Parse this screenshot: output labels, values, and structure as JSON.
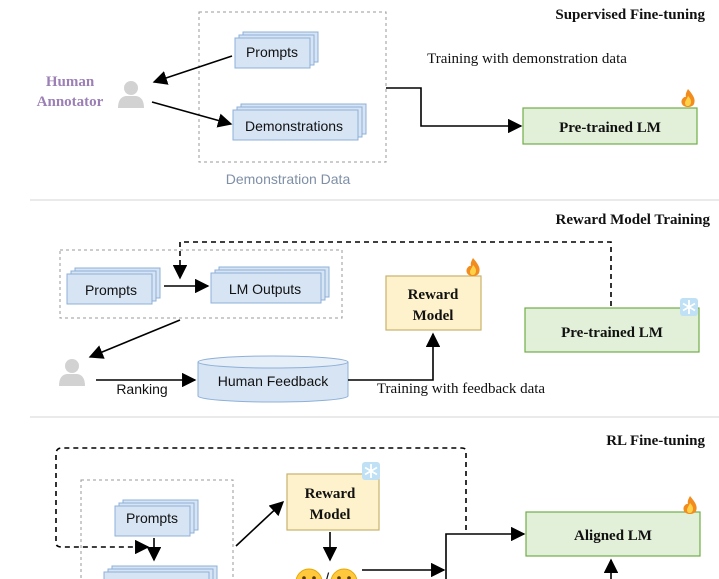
{
  "sections": {
    "sft": {
      "title": "Supervised Fine-tuning",
      "human_label_line1": "Human",
      "human_label_line2": "Annotator",
      "prompts": "Prompts",
      "demonstrations": "Demonstrations",
      "group_label": "Demonstration Data",
      "arrow_label": "Training with demonstration data",
      "model": "Pre-trained LM",
      "model_status_icon": "fire-icon"
    },
    "rm": {
      "title": "Reward Model Training",
      "prompts": "Prompts",
      "lm_outputs": "LM Outputs",
      "reward_line1": "Reward",
      "reward_line2": "Model",
      "reward_status_icon": "fire-icon",
      "ranking": "Ranking",
      "human_feedback": "Human Feedback",
      "arrow_label": "Training with feedback data",
      "model": "Pre-trained LM",
      "model_status_icon": "snowflake-icon"
    },
    "rl": {
      "title": "RL Fine-tuning",
      "prompts": "Prompts",
      "reward_line1": "Reward",
      "reward_line2": "Model",
      "reward_status_icon": "snowflake-icon",
      "model": "Aligned LM",
      "model_status_icon": "fire-icon",
      "emoji_separator": "/"
    }
  },
  "colors": {
    "lm_box_fill": "#e2f0d9",
    "lm_box_stroke": "#70ad47",
    "reward_fill": "#fdf2cc",
    "reward_stroke": "#c9b26c",
    "doc_fill": "#d6e4f4",
    "doc_stroke": "#8eb0d8",
    "human_text": "#9b7fb5",
    "group_label": "#7f8fa6"
  }
}
